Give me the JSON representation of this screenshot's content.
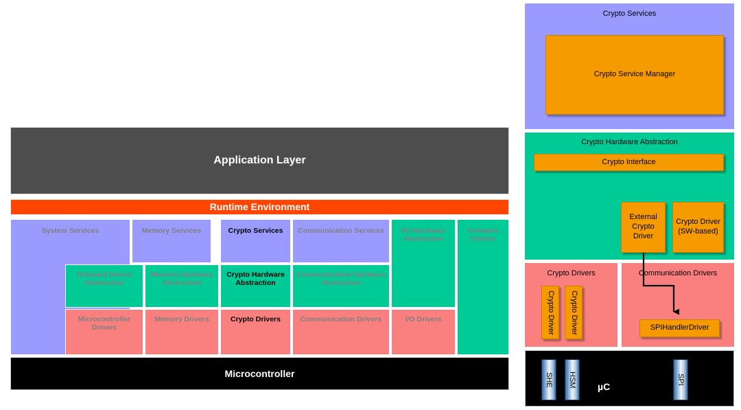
{
  "colors": {
    "application_layer": "#4d4d4d",
    "runtime_environment": "#ff4500",
    "microcontroller": "#000000",
    "services_purple": "#9a9aff",
    "abstraction_green": "#00cb97",
    "drivers_red": "#fa8080",
    "highlight_orange": "#f59b00",
    "dim_text": "#808080",
    "highlight_text": "#000000"
  },
  "left": {
    "application_layer": "Application Layer",
    "runtime_environment": "Runtime Environment",
    "microcontroller": "Microcontroller",
    "cells": {
      "system_services": "System Services",
      "memory_services": "Memory Services",
      "crypto_services": "Crypto Services",
      "communication_services": "Communication Services",
      "io_hardware_abstraction": "I/O Hardware Abstraction",
      "complex_drivers": "Complex Drivers",
      "onboard_device_abstraction": "Onboard Device Abstraction",
      "memory_hardware_abstraction": "Memory Hardware Abstraction",
      "crypto_hardware_abstraction": "Crypto Hardware Abstraction",
      "communication_hardware_abstraction": "Communication Hardware Abstraction",
      "microcontroller_drivers": "Microcontroller Drivers",
      "memory_drivers": "Memory Drivers",
      "crypto_drivers": "Crypto Drivers",
      "communication_drivers": "Communication Drivers",
      "io_drivers": "I/O Drivers"
    }
  },
  "right": {
    "crypto_services": {
      "title": "Crypto Services",
      "crypto_service_manager": "Crypto Service Manager"
    },
    "crypto_hardware_abstraction": {
      "title": "Crypto Hardware Abstraction",
      "crypto_interface": "Crypto Interface",
      "external_crypto_driver": "External Crypto Driver",
      "crypto_driver_sw": "Crypto Driver (SW-based)"
    },
    "crypto_drivers": {
      "title": "Crypto Drivers",
      "driver_1": "Crypto Driver",
      "driver_2": "Crypto Driver"
    },
    "communication_drivers": {
      "title": "Communication Drivers",
      "spi_handler_driver": "SPIHandlerDriver"
    },
    "microcontroller": {
      "label": "µC",
      "she": "SHE",
      "hsm": "HSM",
      "spi": "SPI"
    }
  }
}
